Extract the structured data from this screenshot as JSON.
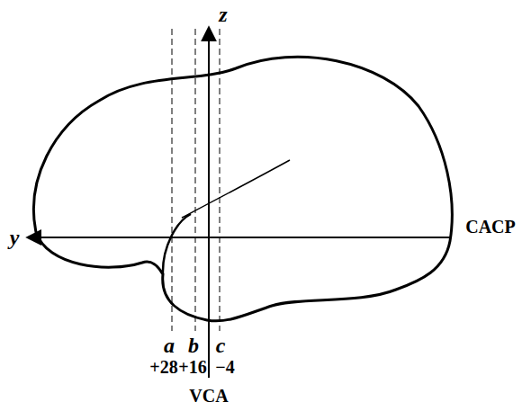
{
  "diagram": {
    "labels": [
      "z",
      "y",
      "CACP",
      "a",
      "b",
      "c",
      "+28",
      "+16",
      "−4",
      "VCA"
    ]
  }
}
